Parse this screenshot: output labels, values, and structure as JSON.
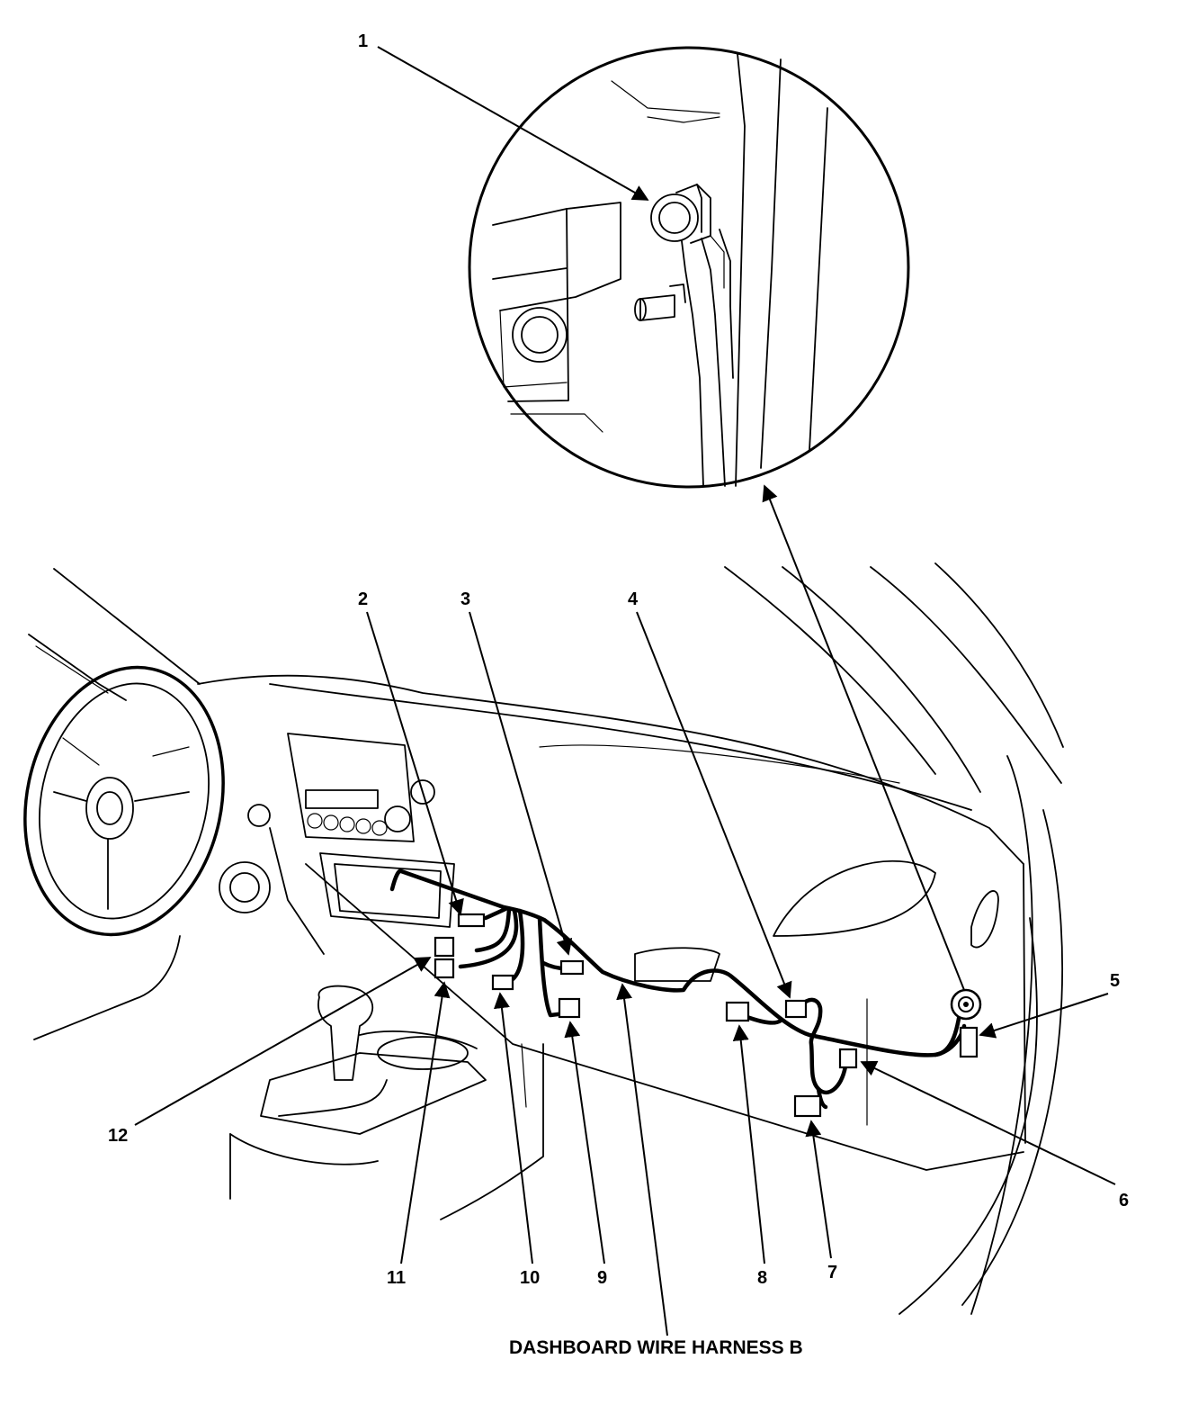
{
  "diagram": {
    "caption": "DASHBOARD WIRE HARNESS B",
    "callouts": [
      {
        "id": "1",
        "label": "1"
      },
      {
        "id": "2",
        "label": "2"
      },
      {
        "id": "3",
        "label": "3"
      },
      {
        "id": "4",
        "label": "4"
      },
      {
        "id": "5",
        "label": "5"
      },
      {
        "id": "6",
        "label": "6"
      },
      {
        "id": "7",
        "label": "7"
      },
      {
        "id": "8",
        "label": "8"
      },
      {
        "id": "9",
        "label": "9"
      },
      {
        "id": "10",
        "label": "10"
      },
      {
        "id": "11",
        "label": "11"
      },
      {
        "id": "12",
        "label": "12"
      }
    ]
  }
}
